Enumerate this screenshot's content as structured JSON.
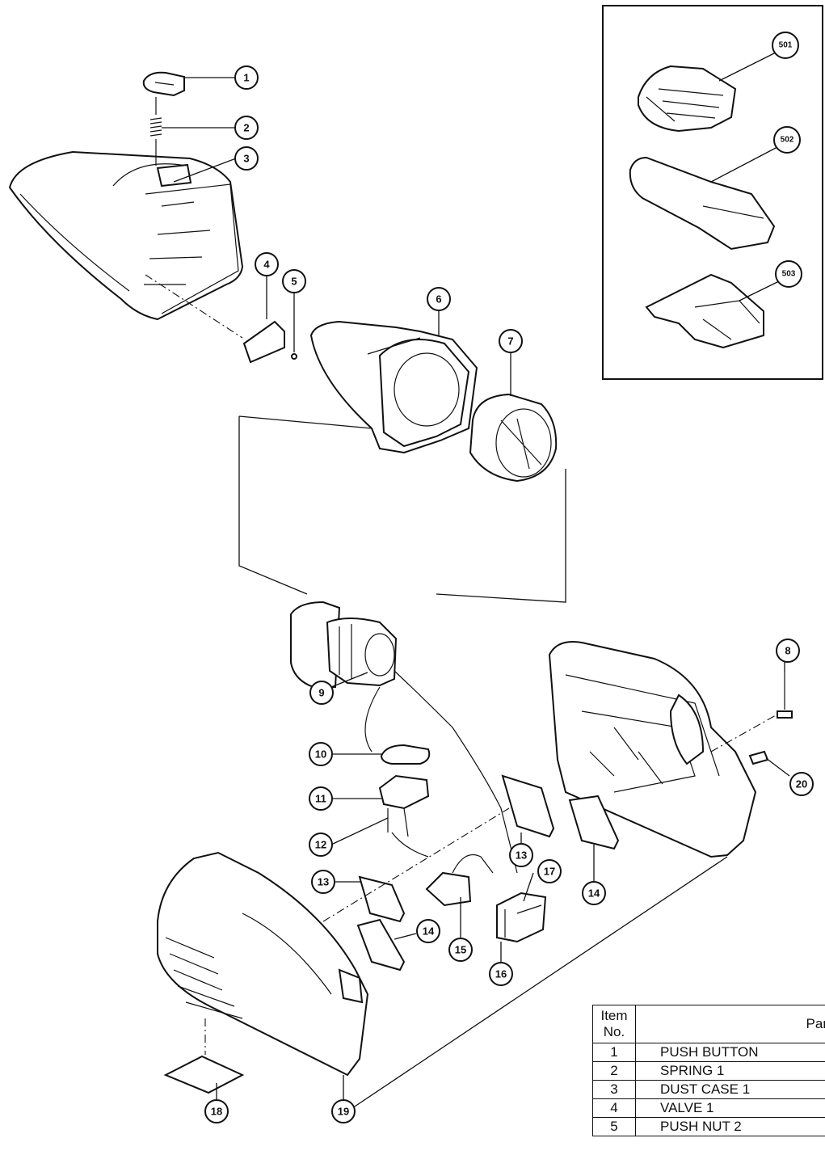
{
  "callouts": [
    "1",
    "2",
    "3",
    "4",
    "5",
    "6",
    "7",
    "8",
    "9",
    "10",
    "11",
    "12",
    "13",
    "13",
    "14",
    "14",
    "15",
    "16",
    "17",
    "18",
    "19",
    "20",
    "501",
    "502",
    "503"
  ],
  "table": {
    "headers": {
      "item": "Item No.",
      "part": "Par"
    },
    "rows": [
      {
        "num": "1",
        "name": "PUSH BUTTON"
      },
      {
        "num": "2",
        "name": "SPRING 1"
      },
      {
        "num": "3",
        "name": "DUST CASE 1"
      },
      {
        "num": "4",
        "name": "VALVE 1"
      },
      {
        "num": "5",
        "name": "PUSH NUT 2"
      }
    ]
  }
}
